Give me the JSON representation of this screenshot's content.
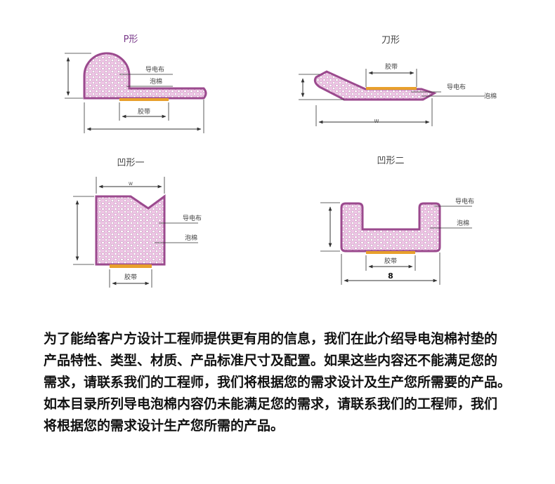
{
  "colors": {
    "outline": "#9b4a8e",
    "fill": "#efc6e6",
    "tape": "#e8a02c",
    "dim_line": "#333333",
    "text": "#111111"
  },
  "diagrams": {
    "p_shape": {
      "title": "P形",
      "label_conductive_cloth": "导电布",
      "label_foam": "泡棉",
      "label_tape": "胶带"
    },
    "knife_shape": {
      "title": "刀形",
      "label_tape": "胶带",
      "label_conductive_cloth": "导电布",
      "label_foam": "泡棉",
      "label_width": "W"
    },
    "concave_one": {
      "title": "凹形一",
      "label_top": "W",
      "label_conductive_cloth": "导电布",
      "label_foam": "泡棉",
      "label_tape": "胶带"
    },
    "concave_two": {
      "title": "凹形二",
      "label_conductive_cloth": "导电布",
      "label_foam": "泡棉",
      "label_tape": "胶带",
      "label_width": "8"
    }
  },
  "description": {
    "lines": [
      "为了能给客户方设计工程师提供更有用的信息，我们在此介绍导电泡棉衬垫的",
      "产品特性、类型、材质、产品标准尺寸及配置。如果这些内容还不能满足您的",
      "需求，请联系我们的工程师，我们将根据您的需求设计及生产您所需要的产品。",
      "如本目录所列导电泡棉内容仍未能满足您的需求，请联系我们的工程师，我们",
      "将根据您的需求设计生产您所需的产品。"
    ]
  }
}
